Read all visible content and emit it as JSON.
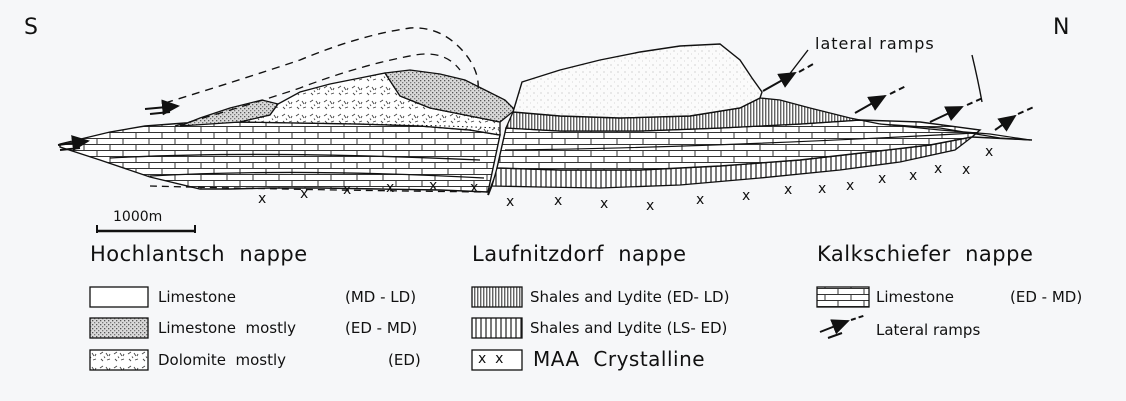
{
  "directions": {
    "south": "S",
    "north": "N"
  },
  "annotations": {
    "lateral_ramps": "lateral ramps"
  },
  "scale_bar": {
    "label": "1000m"
  },
  "legend": {
    "hochlantsch": {
      "title": "Hochlantsch  nappe",
      "items": [
        {
          "label": "Limestone",
          "code": "(MD - LD)",
          "pattern": "blank"
        },
        {
          "label": "Limestone  mostly",
          "code": "(ED - MD)",
          "pattern": "stipple"
        },
        {
          "label": "Dolomite  mostly",
          "code": "(ED)",
          "pattern": "dolomite"
        }
      ]
    },
    "laufnitzdorf": {
      "title": "Laufnitzdorf  nappe",
      "items": [
        {
          "label": "Shales and Lydite (ED- LD)",
          "pattern": "dense-vertical"
        },
        {
          "label": "Shales and Lydite (LS- ED)",
          "pattern": "vertical"
        },
        {
          "label": "MAA  Crystalline",
          "pattern": "crosses",
          "symbol": "x  x"
        }
      ]
    },
    "kalkschiefer": {
      "title": "Kalkschiefer  nappe",
      "items": [
        {
          "label": "Limestone",
          "code": "(ED - MD)",
          "pattern": "brick"
        },
        {
          "label": "Lateral ramps",
          "pattern": "ramp-arrow"
        }
      ]
    }
  }
}
